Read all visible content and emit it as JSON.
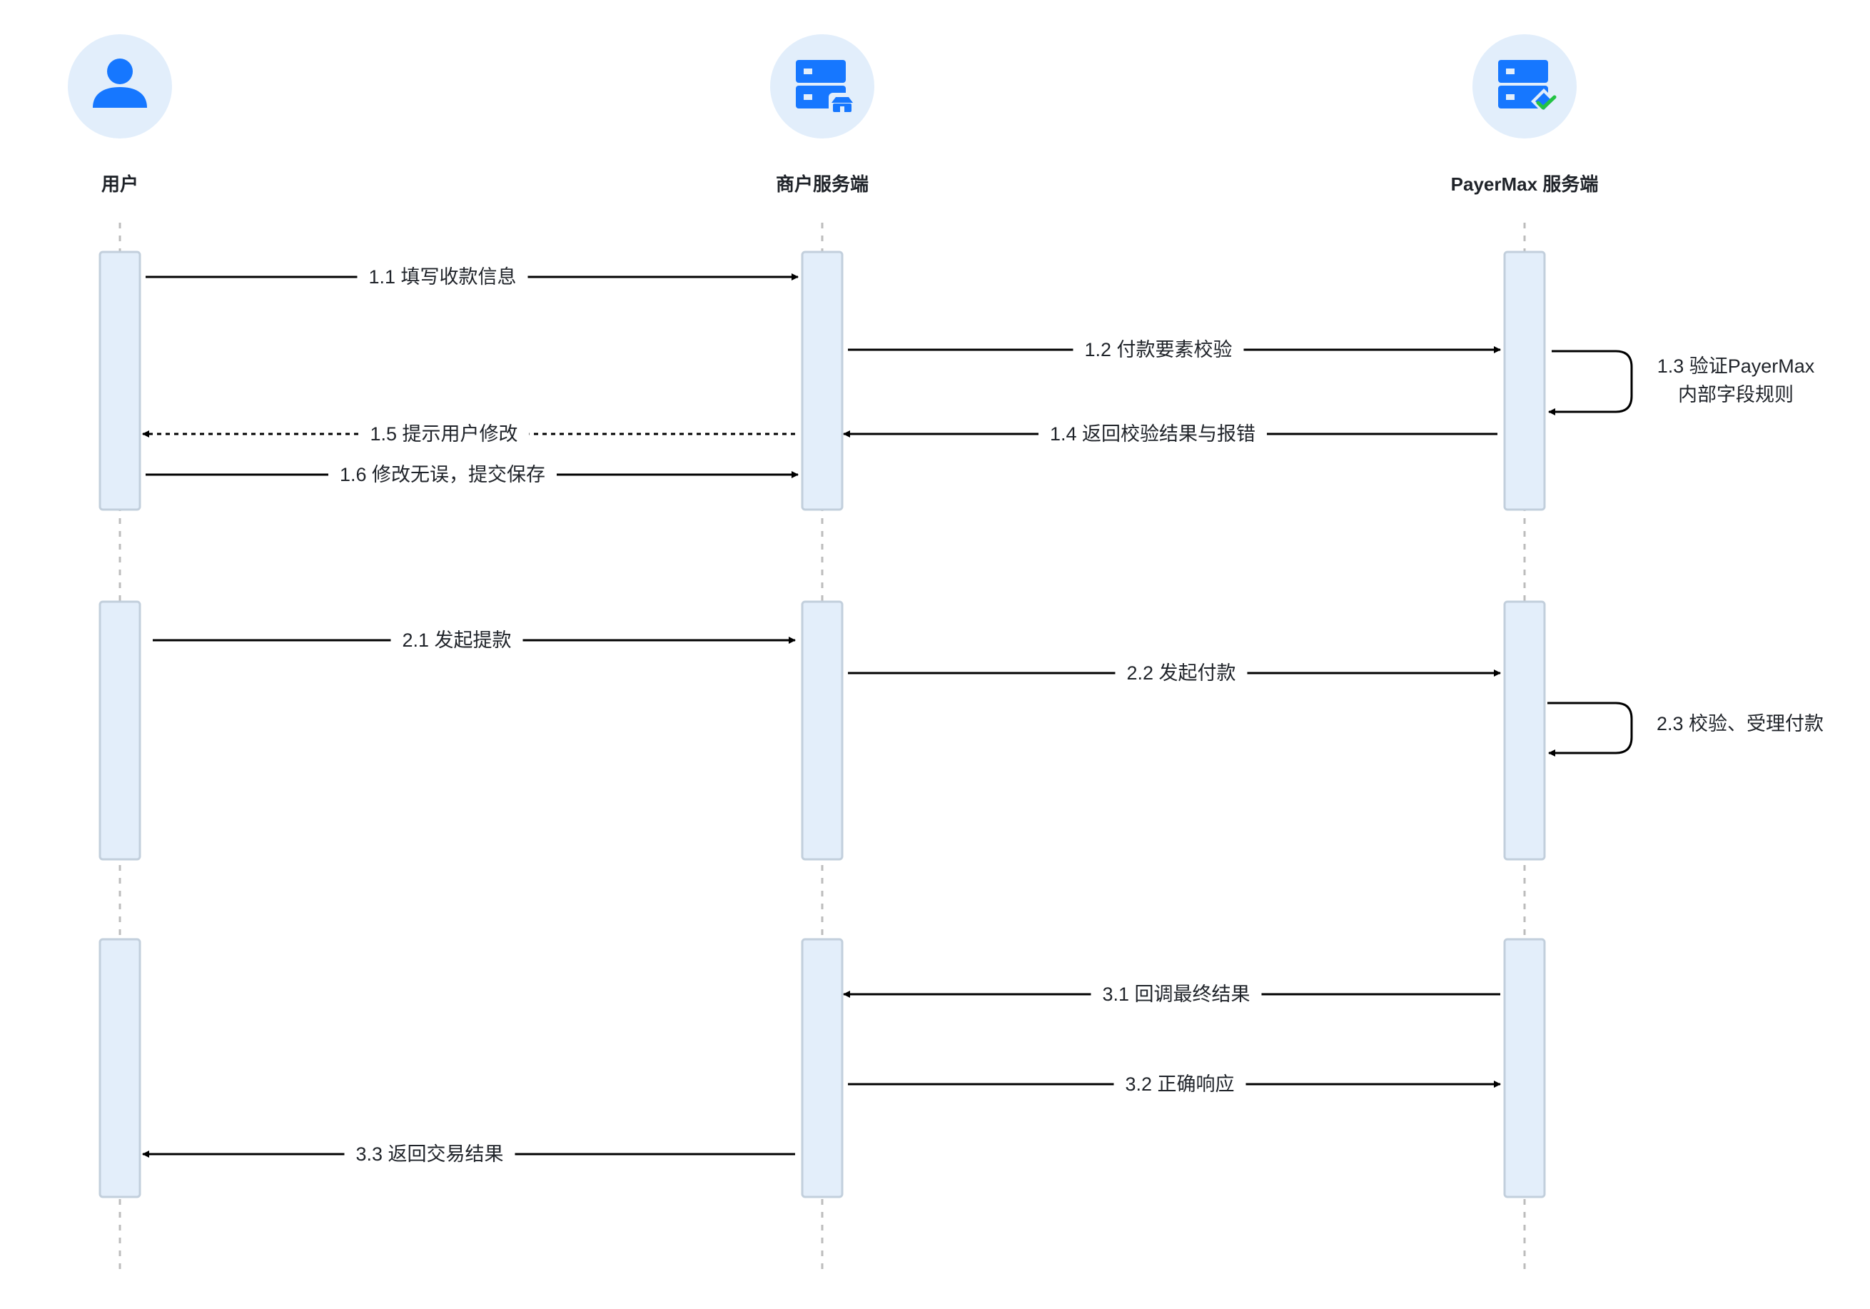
{
  "participants": [
    {
      "id": "user",
      "label": "用户",
      "icon": "user-icon"
    },
    {
      "id": "merchant",
      "label": "商户服务端",
      "icon": "merchant-server-icon"
    },
    {
      "id": "payermax",
      "label": "PayerMax 服务端",
      "icon": "payermax-server-icon"
    }
  ],
  "messages": [
    {
      "id": "m11",
      "label": "1.1 填写收款信息",
      "from": "user",
      "to": "merchant",
      "style": "solid"
    },
    {
      "id": "m12",
      "label": "1.2 付款要素校验",
      "from": "merchant",
      "to": "payermax",
      "style": "solid"
    },
    {
      "id": "m14",
      "label": "1.4 返回校验结果与报错",
      "from": "payermax",
      "to": "merchant",
      "style": "solid"
    },
    {
      "id": "m15",
      "label": "1.5 提示用户修改",
      "from": "merchant",
      "to": "user",
      "style": "dashed"
    },
    {
      "id": "m16",
      "label": "1.6 修改无误，提交保存",
      "from": "user",
      "to": "merchant",
      "style": "solid"
    },
    {
      "id": "m21",
      "label": "2.1 发起提款",
      "from": "user",
      "to": "merchant",
      "style": "solid"
    },
    {
      "id": "m22",
      "label": "2.2 发起付款",
      "from": "merchant",
      "to": "payermax",
      "style": "solid"
    },
    {
      "id": "m31",
      "label": "3.1 回调最终结果",
      "from": "payermax",
      "to": "merchant",
      "style": "solid"
    },
    {
      "id": "m32",
      "label": "3.2 正确响应",
      "from": "merchant",
      "to": "payermax",
      "style": "solid"
    },
    {
      "id": "m33",
      "label": "3.3 返回交易结果",
      "from": "merchant",
      "to": "user",
      "style": "solid"
    }
  ],
  "self_messages": [
    {
      "id": "s13",
      "participant": "payermax",
      "label_lines": [
        "1.3 验证PayerMax",
        "内部字段规则"
      ]
    },
    {
      "id": "s23",
      "participant": "payermax",
      "label_lines": [
        "2.3 校验、受理付款"
      ]
    }
  ],
  "colors": {
    "icon_blue": "#1677ff",
    "icon_bg": "#e2eefb",
    "activation_fill": "#e3eefa",
    "activation_border": "#c2cfdc",
    "lifeline": "#bcbcbc",
    "check_green": "#23c343",
    "text": "#1f2329"
  }
}
